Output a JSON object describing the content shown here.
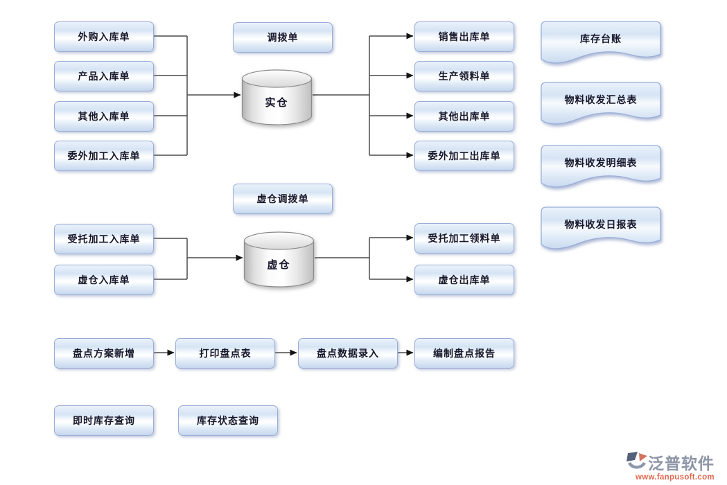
{
  "diagram": {
    "real_group": {
      "inbound": [
        "外购入库单",
        "产品入库单",
        "其他入库单",
        "委外加工入库单"
      ],
      "transfer_order": "调拨单",
      "warehouse": "实仓",
      "outbound": [
        "销售出库单",
        "生产领料单",
        "其他出库单",
        "委外加工出库单"
      ]
    },
    "virtual_group": {
      "inbound": [
        "受托加工入库单",
        "虚仓入库单"
      ],
      "transfer_order": "虚仓调拨单",
      "warehouse": "虚仓",
      "outbound": [
        "受托加工领料单",
        "虚仓出库单"
      ]
    },
    "reports": [
      "库存台账",
      "物料收发汇总表",
      "物料收发明细表",
      "物料收发日报表"
    ],
    "stocktake_flow": [
      "盘点方案新增",
      "打印盘点表",
      "盘点数据录入",
      "编制盘点报告"
    ],
    "queries": [
      "即时库存查询",
      "库存状态查询"
    ]
  },
  "watermark": {
    "brand": "泛普软件",
    "url": "www.fanpusoft.com"
  },
  "colors": {
    "node_border": "#9badd6",
    "node_text": "#17172b",
    "connector": "#4a4a4a",
    "brand_gray": "#8d95a6",
    "url_orange": "#e0684e"
  }
}
